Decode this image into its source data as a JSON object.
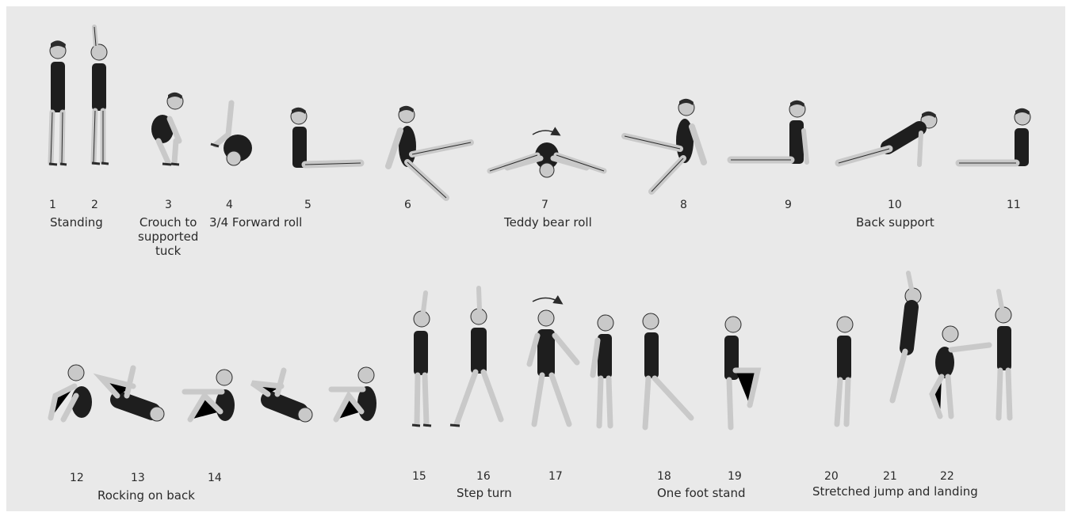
{
  "row1": {
    "numbers": [
      "1",
      "2",
      "3",
      "4",
      "5",
      "6",
      "7",
      "8",
      "9",
      "10",
      "11"
    ],
    "captions": {
      "standing": "Standing",
      "crouch": "Crouch to\nsupported\ntuck",
      "forward_roll": "3/4 Forward roll",
      "teddy_bear_roll": "Teddy bear roll",
      "back_support": "Back support"
    }
  },
  "row2": {
    "numbers": [
      "12",
      "13",
      "14",
      "15",
      "16",
      "17",
      "18",
      "19",
      "20",
      "21",
      "22"
    ],
    "captions": {
      "rocking": "Rocking on back",
      "step_turn": "Step turn",
      "one_foot_stand": "One foot stand",
      "stretched_jump": "Stretched jump and landing"
    }
  },
  "colors": {
    "paper": "#e9e9e9",
    "skin": "#c9c9c9",
    "leotard": "#1e1e1e",
    "outline": "#2b2b2b",
    "text": "#2a2a2a"
  },
  "icons": [
    "rotation-arrow-icon"
  ]
}
